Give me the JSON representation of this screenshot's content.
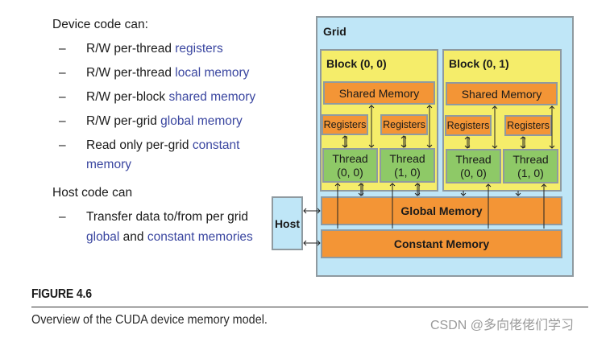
{
  "left_text": {
    "device_heading": "Device code can:",
    "device_items": [
      {
        "prefix": "R/W per-thread ",
        "highlight": "registers",
        "suffix": ""
      },
      {
        "prefix": "R/W per-thread ",
        "highlight": "local memory",
        "suffix": ""
      },
      {
        "prefix": "R/W per-block ",
        "highlight": "shared memory",
        "suffix": ""
      },
      {
        "prefix": "R/W per-grid ",
        "highlight": "global memory",
        "suffix": ""
      },
      {
        "prefix": "Read only per-grid ",
        "highlight": "constant",
        "continuation": "memory"
      }
    ],
    "host_heading": "Host code can",
    "host_items": [
      {
        "line1": "Transfer data to/from per grid",
        "hl1": "global",
        "mid": " and ",
        "hl2": "constant memories"
      }
    ],
    "dash": "–"
  },
  "diagram": {
    "grid_label": "Grid",
    "blocks": [
      {
        "label": "Block (0, 0)",
        "shared_memory": "Shared Memory",
        "registers": [
          "Registers",
          "Registers"
        ],
        "threads": [
          {
            "name": "Thread",
            "index": "(0, 0)"
          },
          {
            "name": "Thread",
            "index": "(1, 0)"
          }
        ]
      },
      {
        "label": "Block (0, 1)",
        "shared_memory": "Shared Memory",
        "registers": [
          "Registers",
          "Registers"
        ],
        "threads": [
          {
            "name": "Thread",
            "index": "(0, 0)"
          },
          {
            "name": "Thread",
            "index": "(1, 0)"
          }
        ]
      }
    ],
    "global_memory": "Global Memory",
    "constant_memory": "Constant Memory",
    "host": "Host",
    "colors": {
      "grid_bg": "#bfe6f7",
      "block_bg": "#f5ed6a",
      "memory_bg": "#f39536",
      "thread_bg": "#8ec967",
      "border": "#8f9aa0"
    }
  },
  "figure": {
    "label": "FIGURE 4.6",
    "caption": "Overview of the CUDA device memory model."
  },
  "watermark": "CSDN @多向佬佬们学习"
}
